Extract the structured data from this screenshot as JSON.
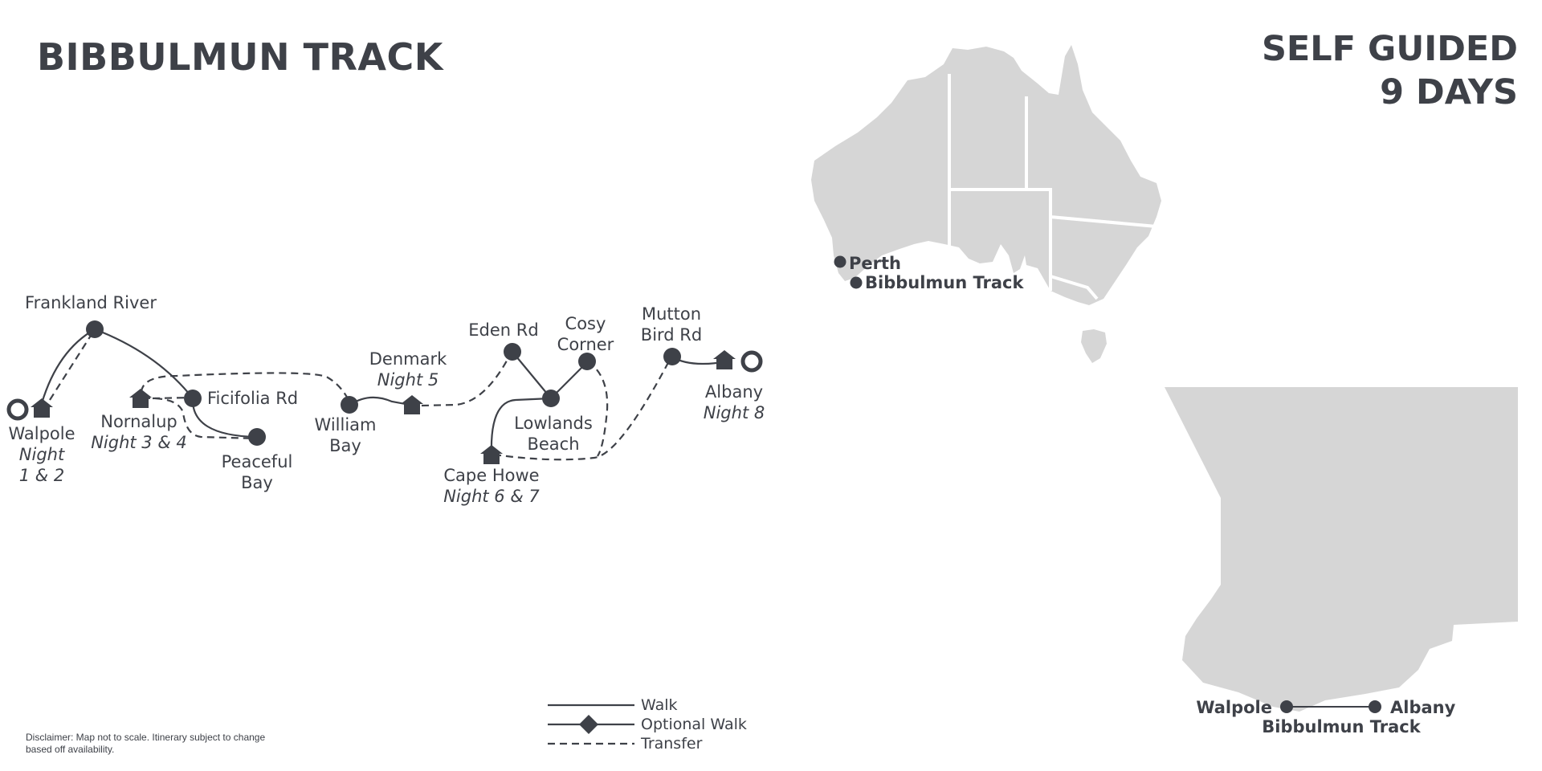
{
  "header": {
    "title": "BIBBULMUN TRACK",
    "subtitle_line1": "SELF GUIDED",
    "subtitle_line2": "9 DAYS"
  },
  "colors": {
    "ink": "#3e4148",
    "land": "#d6d6d6",
    "background": "#ffffff"
  },
  "route_map": {
    "places": {
      "walpole": {
        "name": "Walpole",
        "night_a": "Night",
        "night_b": "1 & 2"
      },
      "frankland_river": {
        "name": "Frankland River"
      },
      "nornalup": {
        "name": "Nornalup",
        "night": "Night 3 & 4"
      },
      "ficifolia_rd": {
        "name": "Ficifolia Rd"
      },
      "peaceful_bay": {
        "name_a": "Peaceful",
        "name_b": "Bay"
      },
      "william_bay": {
        "name_a": "William",
        "name_b": "Bay"
      },
      "denmark": {
        "name": "Denmark",
        "night": "Night 5"
      },
      "eden_rd": {
        "name": "Eden Rd"
      },
      "cosy_corner": {
        "name_a": "Cosy",
        "name_b": "Corner"
      },
      "lowlands_beach": {
        "name_a": "Lowlands",
        "name_b": "Beach"
      },
      "cape_howe": {
        "name": "Cape Howe",
        "night": "Night 6 & 7"
      },
      "mutton_bird_rd": {
        "name_a": "Mutton",
        "name_b": "Bird Rd"
      },
      "albany": {
        "name": "Albany",
        "night": "Night 8"
      }
    }
  },
  "australia_inset": {
    "perth_label": "Perth",
    "track_label": "Bibbulmun Track"
  },
  "region_inset": {
    "walpole_label": "Walpole",
    "albany_label": "Albany",
    "track_label": "Bibbulmun Track"
  },
  "legend": {
    "walk": "Walk",
    "optional_walk": "Optional Walk",
    "transfer": "Transfer"
  },
  "disclaimer": "Disclaimer: Map not to scale. Itinerary subject to change based off availability."
}
